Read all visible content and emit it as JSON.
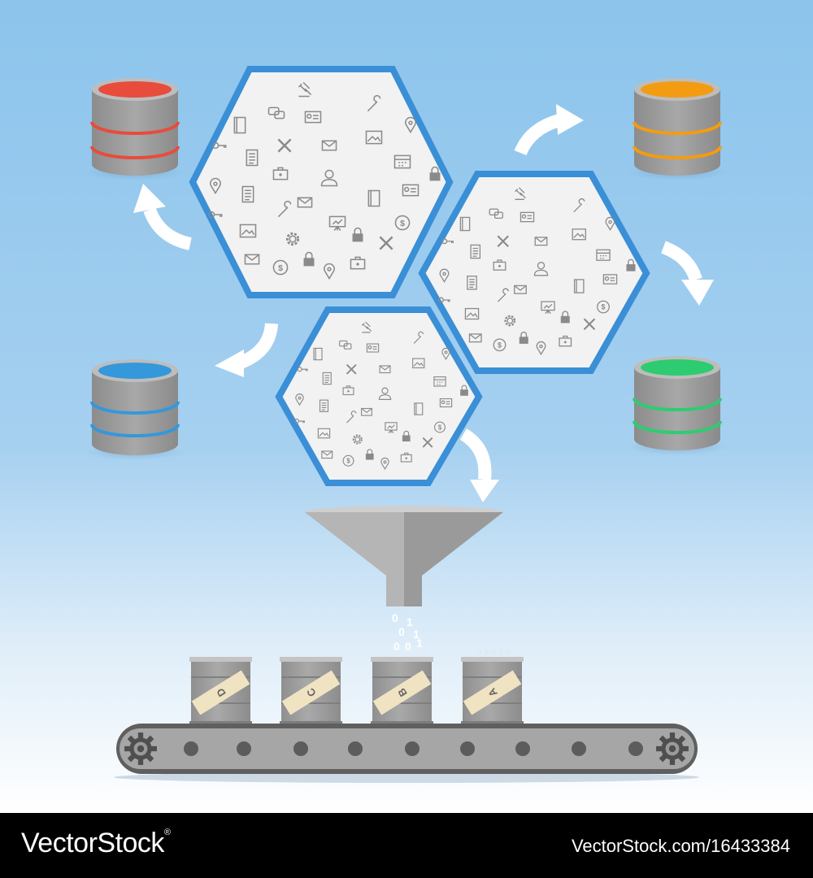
{
  "footer": {
    "brand": "VectorStock",
    "brand_mark": "®",
    "url": "VectorStock.com/16433384"
  },
  "barrels": {
    "labels": [
      "D",
      "C",
      "B",
      "A"
    ]
  },
  "databases": [
    {
      "name": "red",
      "color": "#e74c3c"
    },
    {
      "name": "orange",
      "color": "#f39c12"
    },
    {
      "name": "blue",
      "color": "#3498db"
    },
    {
      "name": "green",
      "color": "#2ecc71"
    }
  ],
  "colors": {
    "hex_border": "#3a8fd6",
    "hex_fill": "#f2f2f2",
    "icon": "#8a8a8a",
    "steel": "#9a9a9a",
    "steel_dark": "#777777",
    "tape": "#efe3c2"
  },
  "stream": {
    "bits": [
      "0",
      "1",
      "0",
      "1",
      "0",
      "0",
      "1"
    ]
  },
  "icons": [
    "gavel-icon",
    "chat-icon",
    "id-card-icon",
    "book-icon",
    "wrench-icon",
    "envelope-icon",
    "image-icon",
    "calendar-icon",
    "lock-icon",
    "key-icon",
    "map-pin-icon",
    "document-icon",
    "briefcase-icon",
    "user-icon",
    "dollar-icon",
    "gear-icon",
    "presentation-icon",
    "tools-icon"
  ]
}
